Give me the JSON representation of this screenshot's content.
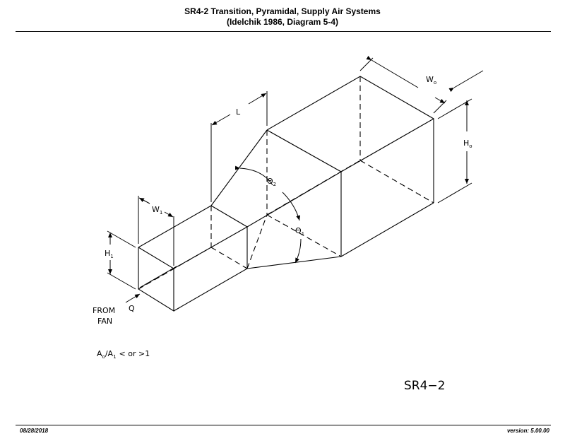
{
  "header": {
    "title_line1": "SR4-2  Transition, Pyramidal, Supply Air Systems",
    "title_line2": "(Idelchik 1986, Diagram 5-4)"
  },
  "diagram": {
    "label_W0": "W",
    "label_W0_sub": "o",
    "label_H0": "H",
    "label_H0_sub": "o",
    "label_L": "L",
    "label_W1": "W",
    "label_W1_sub": "1",
    "label_H1": "H",
    "label_H1_sub": "1",
    "label_theta2": "Θ",
    "label_theta2_sub": "2",
    "label_theta1": "Θ",
    "label_theta1_sub": "1",
    "label_from": "FROM",
    "label_fan": "FAN",
    "label_Q": "Q",
    "ratio_A0": "A",
    "ratio_A0_sub": "o",
    "ratio_A1": "/A",
    "ratio_A1_sub": "1",
    "ratio_rest": "<  or  >1",
    "code_label": "SR4−2"
  },
  "footer": {
    "date": "08/28/2018",
    "version": "version: 5.00.00"
  }
}
